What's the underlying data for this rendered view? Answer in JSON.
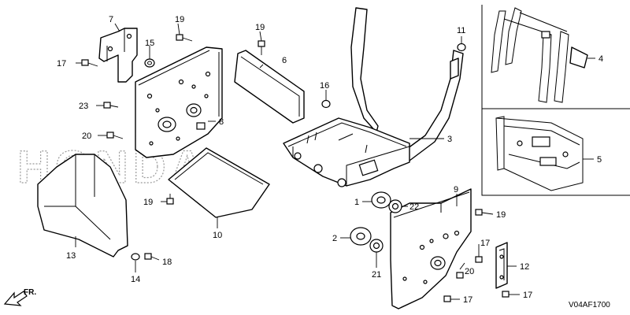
{
  "diagram": {
    "code": "V04AF1700",
    "watermark": "HONDA",
    "direction_label": "FR.",
    "callouts": [
      "1",
      "2",
      "3",
      "4",
      "5",
      "6",
      "7",
      "8",
      "9",
      "10",
      "11",
      "12",
      "13",
      "14",
      "15",
      "16",
      "17",
      "18",
      "19",
      "20",
      "21",
      "22",
      "23"
    ]
  }
}
